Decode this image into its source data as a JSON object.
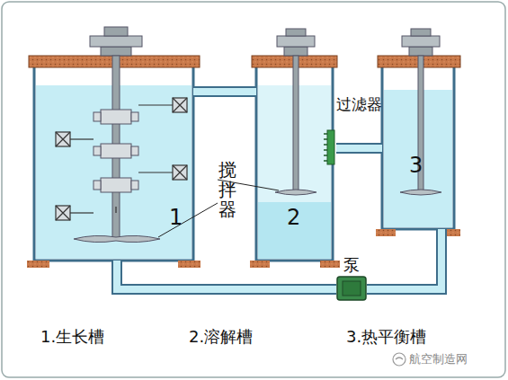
{
  "diagram": {
    "nodes": [
      {
        "text": [
          "1"
        ]
      },
      {
        "text": [
          "2"
        ]
      },
      {
        "text": [
          "3"
        ]
      },
      {
        "text": [
          "泵"
        ]
      }
    ],
    "edges": [
      {
        "from": 0,
        "to": 1,
        "arrow": "none"
      },
      {
        "from": 1,
        "to": 2,
        "arrow": "none"
      },
      {
        "from": 0,
        "to": 3,
        "arrow": "none"
      },
      {
        "from": 3,
        "to": 2,
        "arrow": "none"
      }
    ],
    "labels": [
      "过滤器",
      "搅拌器",
      "1.生长槽",
      "2.溶解槽",
      "3.热平衡槽",
      "航空制造网"
    ]
  }
}
